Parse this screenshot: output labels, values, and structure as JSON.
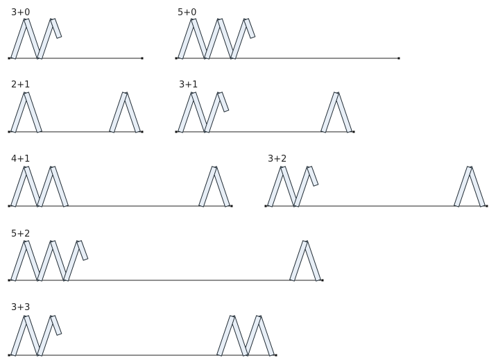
{
  "diagrams": [
    {
      "label": "3+0",
      "left": [
        1,
        1,
        1,
        0
      ],
      "right": []
    },
    {
      "label": "5+0",
      "left": [
        1,
        1,
        1,
        1,
        1,
        0
      ],
      "right": []
    },
    {
      "label": "2+1",
      "left": [
        1,
        1
      ],
      "right": [
        0,
        1
      ]
    },
    {
      "label": "3+1",
      "left": [
        1,
        1,
        1,
        0
      ],
      "right": [
        0,
        1
      ]
    },
    {
      "label": "4+1",
      "left": [
        1,
        1,
        1,
        1
      ],
      "right": [
        0,
        1
      ]
    },
    {
      "label": "3+2",
      "left": [
        1,
        1,
        1,
        0
      ],
      "right": [
        1,
        1
      ]
    },
    {
      "label": "5+2",
      "left": [
        1,
        1,
        1,
        1,
        1,
        0
      ],
      "right": [
        1,
        1
      ]
    },
    {
      "label": "3+3",
      "left": [
        1,
        1,
        1,
        0
      ],
      "right": [
        0,
        1,
        1,
        1
      ]
    }
  ],
  "colors": {
    "plank_fill": "#e7eef6",
    "plank_stroke": "#1f2a33",
    "baseline": "#222222"
  }
}
